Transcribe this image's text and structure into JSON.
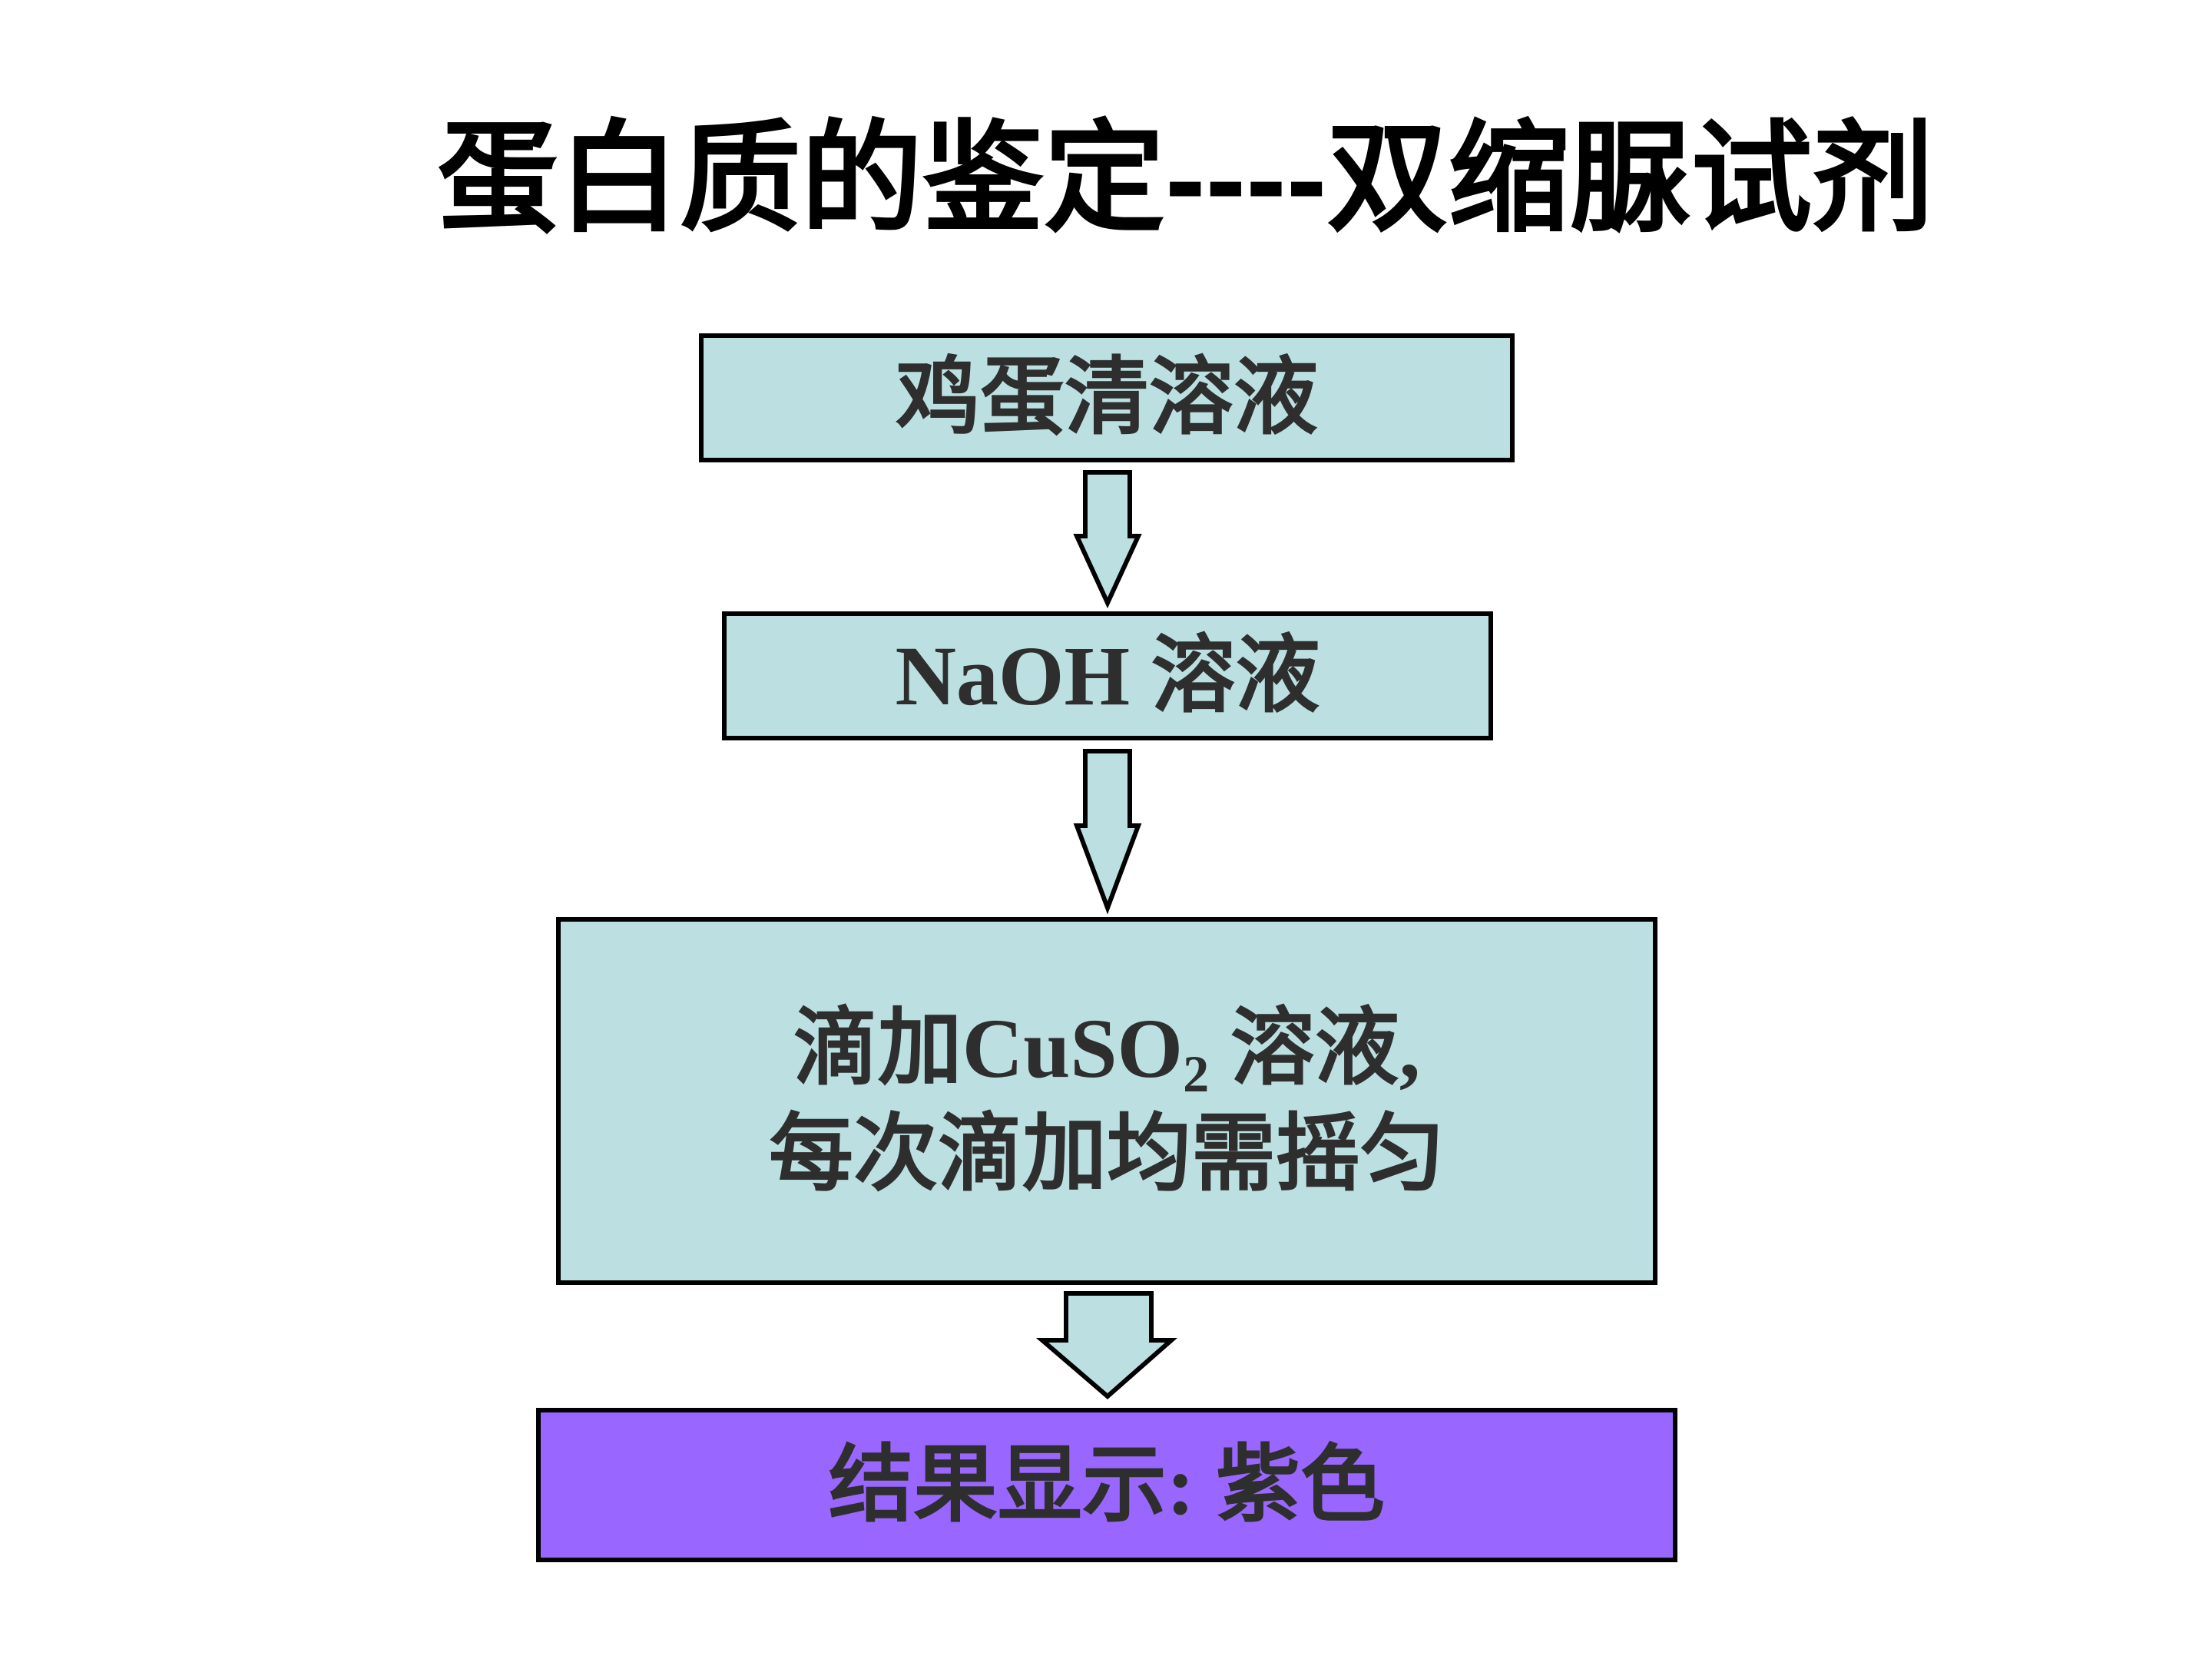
{
  "title": "蛋白质的鉴定----双缩脲试剂",
  "steps": {
    "egg_white": "鸡蛋清溶液",
    "naoh": "NaOH 溶液",
    "cuso": {
      "line1_before": "滴加CuSO",
      "line1_sub": "2",
      "line1_after": " 溶液,",
      "line2": "每次滴加均需摇匀"
    },
    "result": "结果显示: 紫色"
  },
  "colors": {
    "box_fill": "#bce0e2",
    "result_fill": "#9966ff",
    "border": "#000000",
    "text": "#2e2e2e",
    "title": "#000000"
  }
}
